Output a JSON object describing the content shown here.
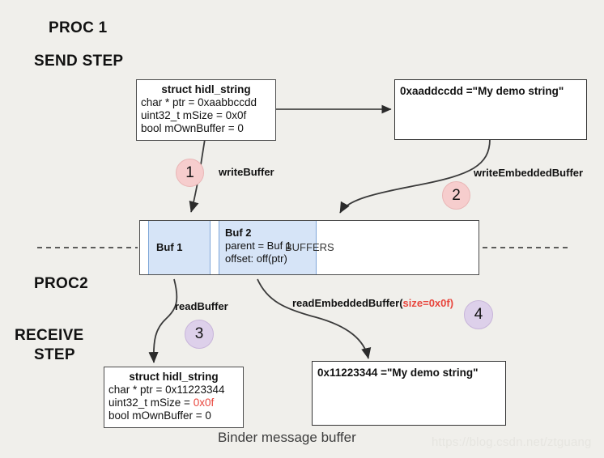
{
  "background_color": "#f0efeb",
  "headings": {
    "proc1": "PROC 1",
    "send_step": "SEND STEP",
    "proc2": "PROC2",
    "receive_step_line1": "RECEIVE",
    "receive_step_line2": "STEP"
  },
  "caption": "Binder message buffer",
  "watermark": "https://blog.csdn.net/ztguang",
  "send": {
    "struct_box": {
      "title": "struct hidl_string",
      "lines": [
        "char * ptr = 0xaabbccdd",
        "uint32_t mSize = 0x0f",
        "bool mOwnBuffer = 0"
      ]
    },
    "string_box": {
      "text": "0xaaddccdd =\"My demo string\""
    }
  },
  "receive": {
    "struct_box": {
      "title": "struct hidl_string",
      "line1_prefix": "char * ptr = 0x11223344",
      "line2_prefix": "uint32_t mSize = ",
      "line2_value": "0x0f",
      "line3": "bool mOwnBuffer = 0"
    },
    "string_box": {
      "text": "0x11223344 =\"My demo string\""
    }
  },
  "buffer": {
    "label_buffers": "BUFFERS",
    "seg1": {
      "name": "Buf 1"
    },
    "seg2": {
      "name": "Buf 2",
      "line1": "parent = Buf 1",
      "line2": "offset: off(ptr)"
    }
  },
  "arrow_labels": {
    "write_buffer": "writeBuffer",
    "write_embedded_buffer": "writeEmbeddedBuffer",
    "read_buffer": "readBuffer",
    "read_embedded_buffer_prefix": "readEmbeddedBuffer(",
    "read_embedded_buffer_arg": "size=0x0f",
    "read_embedded_buffer_suffix": ")"
  },
  "steps": {
    "one": "1",
    "two": "2",
    "three": "3",
    "four": "4"
  },
  "colors": {
    "segment_fill": "#d6e4f7",
    "segment_stroke": "#7ea6d8",
    "step_pink": "#f6cdcd",
    "step_purple": "#ddd0ea",
    "accent_red": "#e8453c",
    "stroke": "#4d4d4d"
  }
}
